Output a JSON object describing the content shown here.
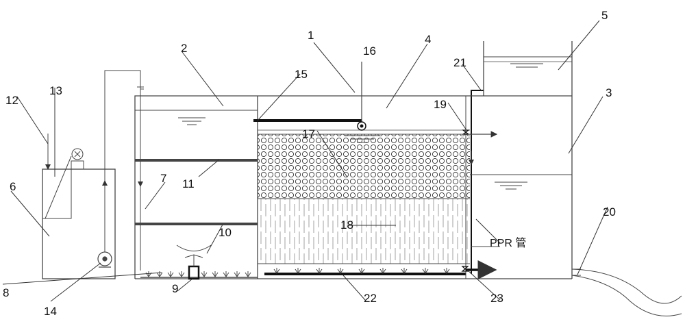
{
  "diagram": {
    "labels": {
      "n1": "1",
      "n2": "2",
      "n3": "3",
      "n4": "4",
      "n5": "5",
      "n6": "6",
      "n7": "7",
      "n8": "8",
      "n9": "9",
      "n10": "10",
      "n11": "11",
      "n12": "12",
      "n13": "13",
      "n14": "14",
      "n15": "15",
      "n16": "16",
      "n17": "17",
      "n18": "18",
      "n19": "19",
      "n20": "20",
      "n21": "21",
      "n22": "22",
      "n23": "23"
    },
    "ppr_pipe_label": "PPR 管"
  }
}
